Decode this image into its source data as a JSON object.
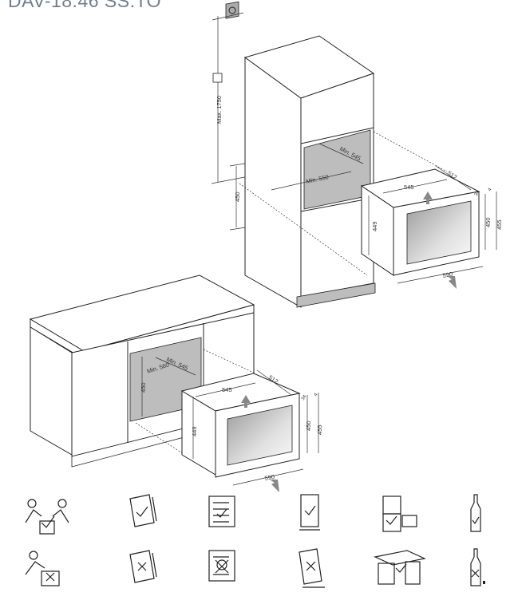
{
  "title": "DAV-18.46 SS.TO",
  "column_install": {
    "socket_height": "Max. 1750",
    "niche_height": "450",
    "niche_depth": "Min. 545",
    "niche_width": "Min. 550",
    "appliance_width": "545",
    "appliance_depth": "512",
    "door_offset": "34",
    "door_gap": "4",
    "side_height": "449",
    "body_height": "450",
    "total_height": "455",
    "front_width": "590"
  },
  "counter_install": {
    "niche_height": "450",
    "niche_depth": "Min. 545",
    "niche_width": "Min. 560",
    "appliance_width": "545",
    "appliance_depth": "512",
    "door_offset": "34",
    "door_gap": "4",
    "side_height": "449",
    "body_height": "450",
    "total_height": "455",
    "front_width": "590"
  },
  "icons": {
    "do_row": [
      "two-person-lift-icon",
      "manual-read-icon",
      "checklist-icon",
      "upright-transport-icon",
      "stack-install-icon",
      "upright-bottle-icon"
    ],
    "dont_row": [
      "no-single-lift-icon",
      "no-skip-manual-icon",
      "no-disassemble-icon",
      "no-tilt-transport-icon",
      "no-freestanding-icon",
      "no-broken-bottle-icon"
    ]
  },
  "colors": {
    "niche_grey": "#bdbdbd",
    "title": "#6f7f8f"
  }
}
